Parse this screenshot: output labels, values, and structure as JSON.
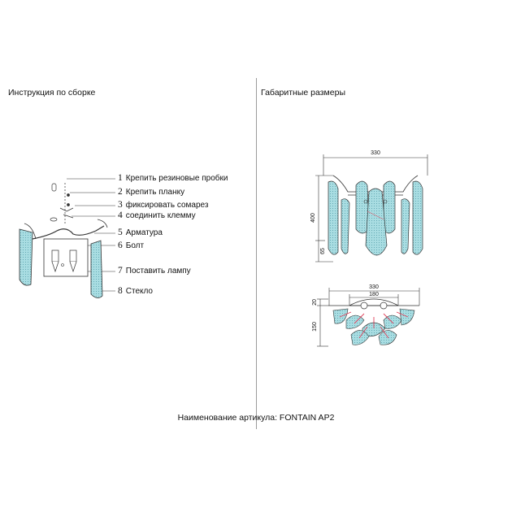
{
  "left_section": {
    "title": "Инструкция по сборке",
    "steps": [
      {
        "num": "1",
        "label": "Крепить резиновые пробки"
      },
      {
        "num": "2",
        "label": "Крепить планку"
      },
      {
        "num": "3",
        "label": "фиксировать сомарез"
      },
      {
        "num": "4",
        "label": "соединить клемму"
      },
      {
        "num": "5",
        "label": "Арматура"
      },
      {
        "num": "6",
        "label": "Болт"
      },
      {
        "num": "7",
        "label": "Поставить лампу"
      },
      {
        "num": "8",
        "label": "Стекло"
      }
    ]
  },
  "right_section": {
    "title": "Габаритные размеры",
    "front_view": {
      "width": "330",
      "height": "400",
      "depth": "65"
    },
    "top_view": {
      "width": "330",
      "inner_width": "180",
      "top_offset": "20",
      "depth": "150"
    }
  },
  "footer": {
    "label": "Наименование артикула: FONTAIN AP2"
  },
  "colors": {
    "glass": "#9fd6dc",
    "glass_dark": "#5aa7b3",
    "accent": "#e0405a",
    "line": "#333333"
  }
}
